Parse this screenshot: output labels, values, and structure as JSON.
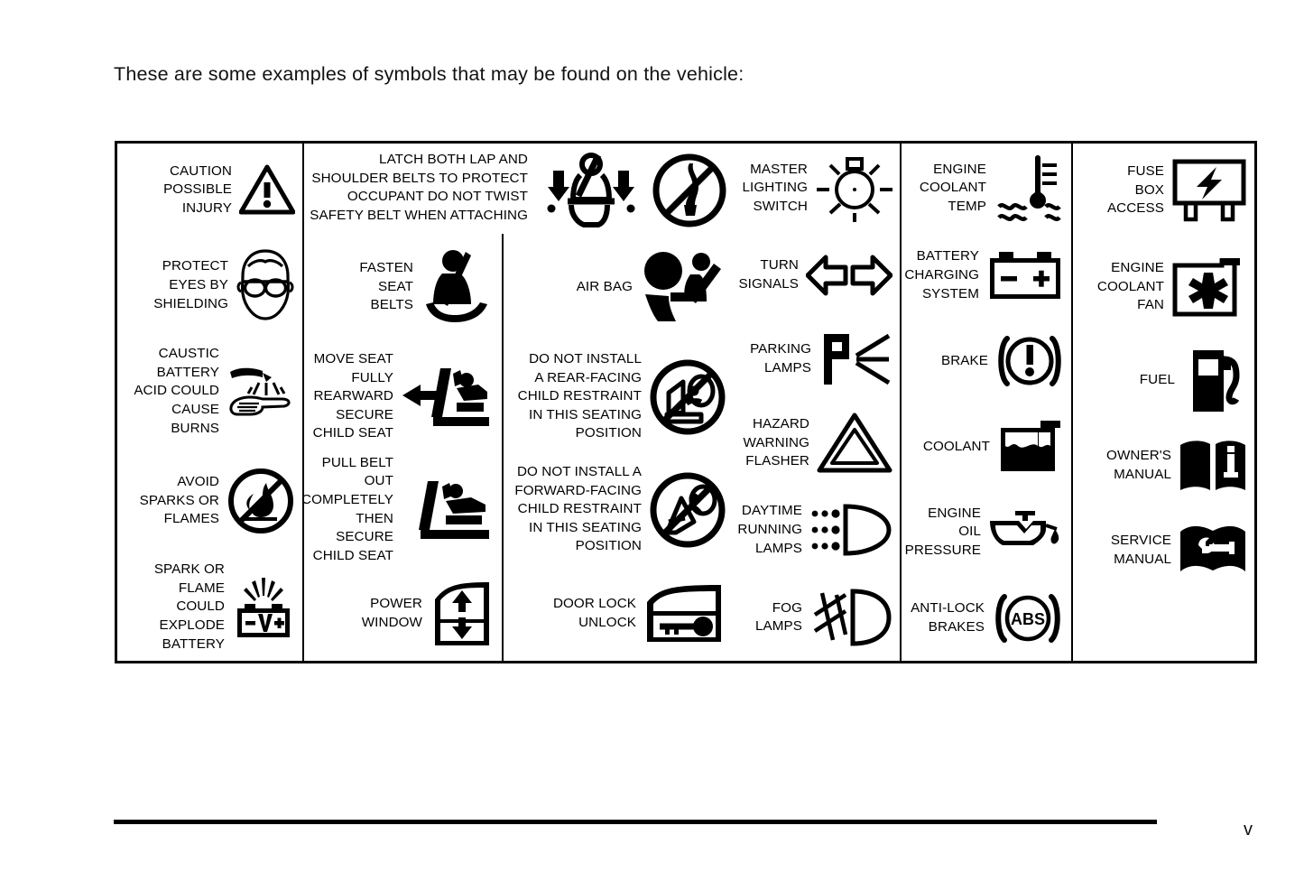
{
  "intro": {
    "text": "These are some examples of symbols that may be found on the vehicle:"
  },
  "footer": {
    "page_number": "v"
  },
  "table": {
    "banner": {
      "text": "LATCH BOTH LAP AND\nSHOULDER BELTS TO\nPROTECT OCCUPANT\nDO NOT TWIST SAFETY\nBELT WHEN ATTACHING",
      "icons": [
        "latch-belts-icon",
        "do-not-twist-belt-icon"
      ]
    },
    "columns": [
      {
        "name": "column-1",
        "cells": [
          {
            "label": "CAUTION\nPOSSIBLE\nINJURY",
            "icon": "caution-triangle-icon"
          },
          {
            "label": "PROTECT\nEYES BY\nSHIELDING",
            "icon": "eye-protection-icon"
          },
          {
            "label": "CAUSTIC\nBATTERY\nACID COULD\nCAUSE\nBURNS",
            "icon": "battery-acid-burn-icon"
          },
          {
            "label": "AVOID\nSPARKS OR\nFLAMES",
            "icon": "no-flame-icon"
          },
          {
            "label": "SPARK OR\nFLAME\nCOULD\nEXPLODE\nBATTERY",
            "icon": "battery-explode-icon"
          }
        ]
      },
      {
        "name": "column-2",
        "cells": [
          {
            "label": "FASTEN\nSEAT\nBELTS",
            "icon": "fasten-seat-belt-icon"
          },
          {
            "label": "MOVE SEAT\nFULLY\nREARWARD\nSECURE\nCHILD SEAT",
            "icon": "move-seat-rearward-icon"
          },
          {
            "label": "PULL BELT\nOUT\nCOMPLETELY\nTHEN SECURE\nCHILD SEAT",
            "icon": "pull-belt-out-icon"
          },
          {
            "label": "POWER\nWINDOW",
            "icon": "power-window-icon"
          }
        ]
      },
      {
        "name": "column-3",
        "cells": [
          {
            "label": "AIR BAG",
            "icon": "air-bag-icon"
          },
          {
            "label": "DO NOT INSTALL\nA REAR-FACING\nCHILD RESTRAINT\nIN THIS SEATING\nPOSITION",
            "icon": "no-rear-facing-child-seat-icon"
          },
          {
            "label": "DO NOT INSTALL A\nFORWARD-FACING\nCHILD RESTRAINT\nIN THIS SEATING\nPOSITION",
            "icon": "no-forward-facing-child-seat-icon"
          },
          {
            "label": "DOOR LOCK\nUNLOCK",
            "icon": "door-lock-unlock-icon"
          }
        ]
      },
      {
        "name": "column-4",
        "cells": [
          {
            "label": "MASTER\nLIGHTING\nSWITCH",
            "icon": "master-lighting-switch-icon"
          },
          {
            "label": "TURN\nSIGNALS",
            "icon": "turn-signals-icon"
          },
          {
            "label": "PARKING\nLAMPS",
            "icon": "parking-lamps-icon"
          },
          {
            "label": "HAZARD\nWARNING\nFLASHER",
            "icon": "hazard-flasher-icon"
          },
          {
            "label": "DAYTIME\nRUNNING\nLAMPS",
            "icon": "daytime-running-lamps-icon"
          },
          {
            "label": "FOG\nLAMPS",
            "icon": "fog-lamps-icon"
          }
        ]
      },
      {
        "name": "column-5",
        "cells": [
          {
            "label": "ENGINE\nCOOLANT\nTEMP",
            "icon": "engine-coolant-temp-icon"
          },
          {
            "label": "BATTERY\nCHARGING\nSYSTEM",
            "icon": "battery-charging-icon"
          },
          {
            "label": "BRAKE",
            "icon": "brake-icon"
          },
          {
            "label": "COOLANT",
            "icon": "coolant-reservoir-icon"
          },
          {
            "label": "ENGINE OIL\nPRESSURE",
            "icon": "engine-oil-pressure-icon"
          },
          {
            "label": "ANTI-LOCK\nBRAKES",
            "icon": "abs-icon"
          }
        ]
      },
      {
        "name": "column-6",
        "cells": [
          {
            "label": "FUSE\nBOX\nACCESS",
            "icon": "fuse-box-icon"
          },
          {
            "label": "ENGINE\nCOOLANT\nFAN",
            "icon": "engine-coolant-fan-icon"
          },
          {
            "label": "FUEL",
            "icon": "fuel-pump-icon"
          },
          {
            "label": "OWNER'S\nMANUAL",
            "icon": "owners-manual-icon"
          },
          {
            "label": "SERVICE\nMANUAL",
            "icon": "service-manual-icon"
          }
        ]
      }
    ]
  },
  "colors": {
    "ink": "#000000",
    "page": "#ffffff"
  }
}
